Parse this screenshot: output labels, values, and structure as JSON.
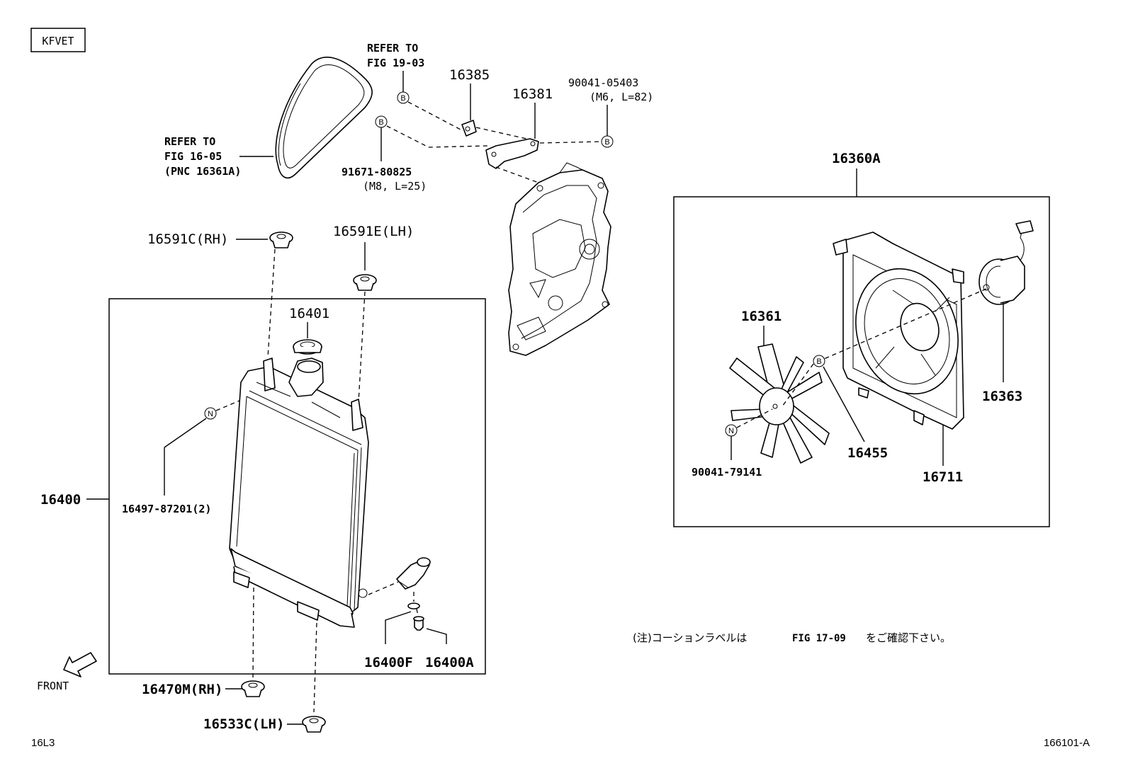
{
  "engine_tag": "KFVET",
  "labels": {
    "refer_fig1903_line1": "REFER TO",
    "refer_fig1903_line2": "FIG 19-03",
    "refer_fig1605_line1": "REFER TO",
    "refer_fig1605_line2": "FIG 16-05",
    "refer_fig1605_line3": "(PNC 16361A)",
    "p16385": "16385",
    "p16381": "16381",
    "p90041_05403": "90041-05403",
    "p90041_05403_spec": "(M6, L=82)",
    "p91671_80825": "91671-80825",
    "p91671_80825_spec": "(M8, L=25)",
    "p16360A": "16360A",
    "p16591C": "16591C(RH)",
    "p16591E": "16591E(LH)",
    "p16401": "16401",
    "p16400": "16400",
    "p16497": "16497-87201(2)",
    "p16361": "16361",
    "p16363": "16363",
    "p16455": "16455",
    "p16711": "16711",
    "p90041_79141": "90041-79141",
    "p16400F": "16400F",
    "p16400A": "16400A",
    "p16470M": "16470M(RH)",
    "p16533C": "16533C(LH)",
    "front": "FRONT",
    "note_prefix": "(注)コーションラベルは",
    "note_fig": "FIG 17-09",
    "note_suffix": "をご確認下さい。",
    "page_code": "16L3",
    "figure_code": "166101-A"
  },
  "markers": {
    "b": "B",
    "n": "N"
  }
}
